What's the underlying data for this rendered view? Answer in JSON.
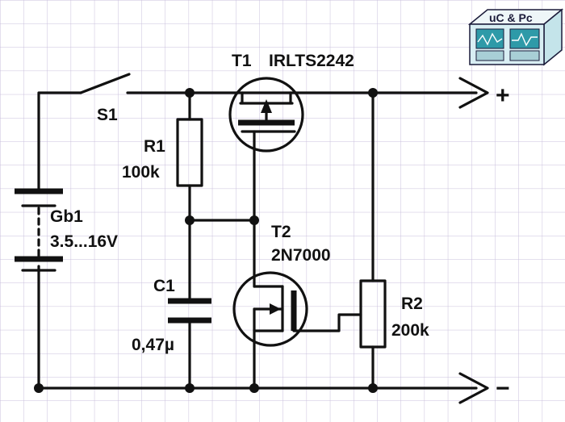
{
  "components": {
    "t1": {
      "ref": "T1",
      "part": "IRLTS2242"
    },
    "t2": {
      "ref": "T2",
      "part": "2N7000"
    },
    "s1": {
      "ref": "S1"
    },
    "r1": {
      "ref": "R1",
      "value": "100k"
    },
    "r2": {
      "ref": "R2",
      "value": "200k"
    },
    "c1": {
      "ref": "C1",
      "value": "0,47µ"
    },
    "gb1": {
      "ref": "Gb1",
      "value": "3.5...16V"
    }
  },
  "outputs": {
    "plus": "+",
    "minus": "−"
  },
  "logo": {
    "text": "uC & Pc"
  },
  "colors": {
    "grid": "#c9bfdc",
    "wire": "#111111",
    "logo_screen": "#2e9aa8",
    "logo_bg": "#d8eef3"
  }
}
